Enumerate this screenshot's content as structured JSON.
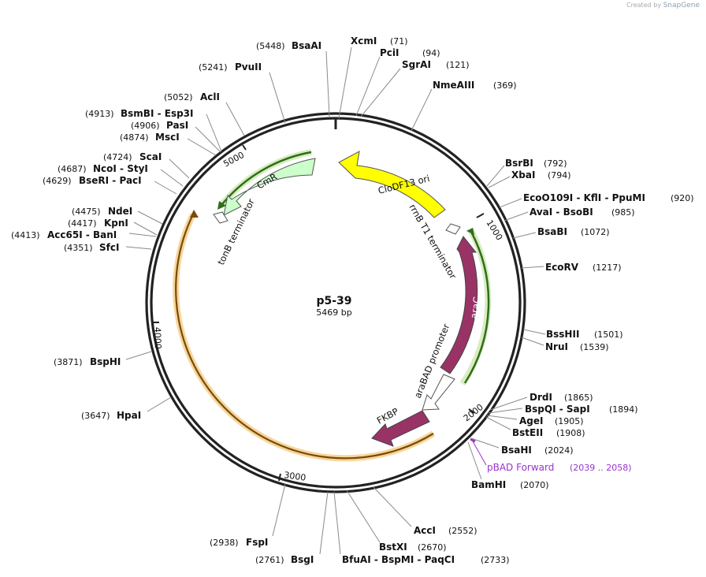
{
  "credit": {
    "prefix": "Created by",
    "brand": "SnapGene"
  },
  "plasmid": {
    "name": "p5-39",
    "length_label": "5469 bp",
    "length": 5469
  },
  "ticks": [
    "1000",
    "2000",
    "3000",
    "4000",
    "5000"
  ],
  "features": [
    {
      "label": "CloDF13 ori",
      "color": "#ffff00",
      "kind": "arrow"
    },
    {
      "label": "rrnB T1 terminator",
      "color": "#ffffff",
      "kind": "terminator"
    },
    {
      "label": "araC",
      "color": "#993366",
      "kind": "arrow"
    },
    {
      "label": "araBAD promoter",
      "color": "#ffffff",
      "kind": "promoter"
    },
    {
      "label": "FKBP",
      "color": "#993366",
      "kind": "arrow"
    },
    {
      "label": "CmR",
      "color": "#ccffcc",
      "kind": "arrow"
    },
    {
      "label": "tonB terminator",
      "color": "#ffffff",
      "kind": "terminator"
    }
  ],
  "primer": {
    "name": "pBAD Forward",
    "range": "(2039 .. 2058)",
    "color": "#9933cc"
  },
  "sites": [
    {
      "name": "XcmI",
      "pos": "(71)"
    },
    {
      "name": "PciI",
      "pos": "(94)"
    },
    {
      "name": "SgrAI",
      "pos": "(121)"
    },
    {
      "name": "NmeAIII",
      "pos": "(369)"
    },
    {
      "name": "BsrBI",
      "pos": "(792)"
    },
    {
      "name": "XbaI",
      "pos": "(794)"
    },
    {
      "name": "EcoO109I - KflI - PpuMI",
      "pos": "(920)"
    },
    {
      "name": "AvaI - BsoBI",
      "pos": "(985)"
    },
    {
      "name": "BsaBI",
      "pos": "(1072)"
    },
    {
      "name": "EcoRV",
      "pos": "(1217)"
    },
    {
      "name": "BssHII",
      "pos": "(1501)"
    },
    {
      "name": "NruI",
      "pos": "(1539)"
    },
    {
      "name": "DrdI",
      "pos": "(1865)"
    },
    {
      "name": "BspQI - SapI",
      "pos": "(1894)"
    },
    {
      "name": "AgeI",
      "pos": "(1905)"
    },
    {
      "name": "BstEII",
      "pos": "(1908)"
    },
    {
      "name": "BsaHI",
      "pos": "(2024)"
    },
    {
      "name": "BamHI",
      "pos": "(2070)"
    },
    {
      "name": "AccI",
      "pos": "(2552)"
    },
    {
      "name": "BstXI",
      "pos": "(2670)"
    },
    {
      "name": "BfuAI - BspMI - PaqCI",
      "pos": "(2733)"
    },
    {
      "name": "BsgI",
      "pos": "(2761)"
    },
    {
      "name": "FspI",
      "pos": "(2938)"
    },
    {
      "name": "HpaI",
      "pos": "(3647)"
    },
    {
      "name": "BspHI",
      "pos": "(3871)"
    },
    {
      "name": "SfcI",
      "pos": "(4351)"
    },
    {
      "name": "Acc65I - BanI",
      "pos": "(4413)"
    },
    {
      "name": "KpnI",
      "pos": "(4417)"
    },
    {
      "name": "NdeI",
      "pos": "(4475)"
    },
    {
      "name": "BseRI - PacI",
      "pos": "(4629)"
    },
    {
      "name": "NcoI - StyI",
      "pos": "(4687)"
    },
    {
      "name": "ScaI",
      "pos": "(4724)"
    },
    {
      "name": "MscI",
      "pos": "(4874)"
    },
    {
      "name": "PasI",
      "pos": "(4906)"
    },
    {
      "name": "BsmBI - Esp3I",
      "pos": "(4913)"
    },
    {
      "name": "AclI",
      "pos": "(5052)"
    },
    {
      "name": "PvuII",
      "pos": "(5241)"
    },
    {
      "name": "BsaAI",
      "pos": "(5448)"
    }
  ]
}
